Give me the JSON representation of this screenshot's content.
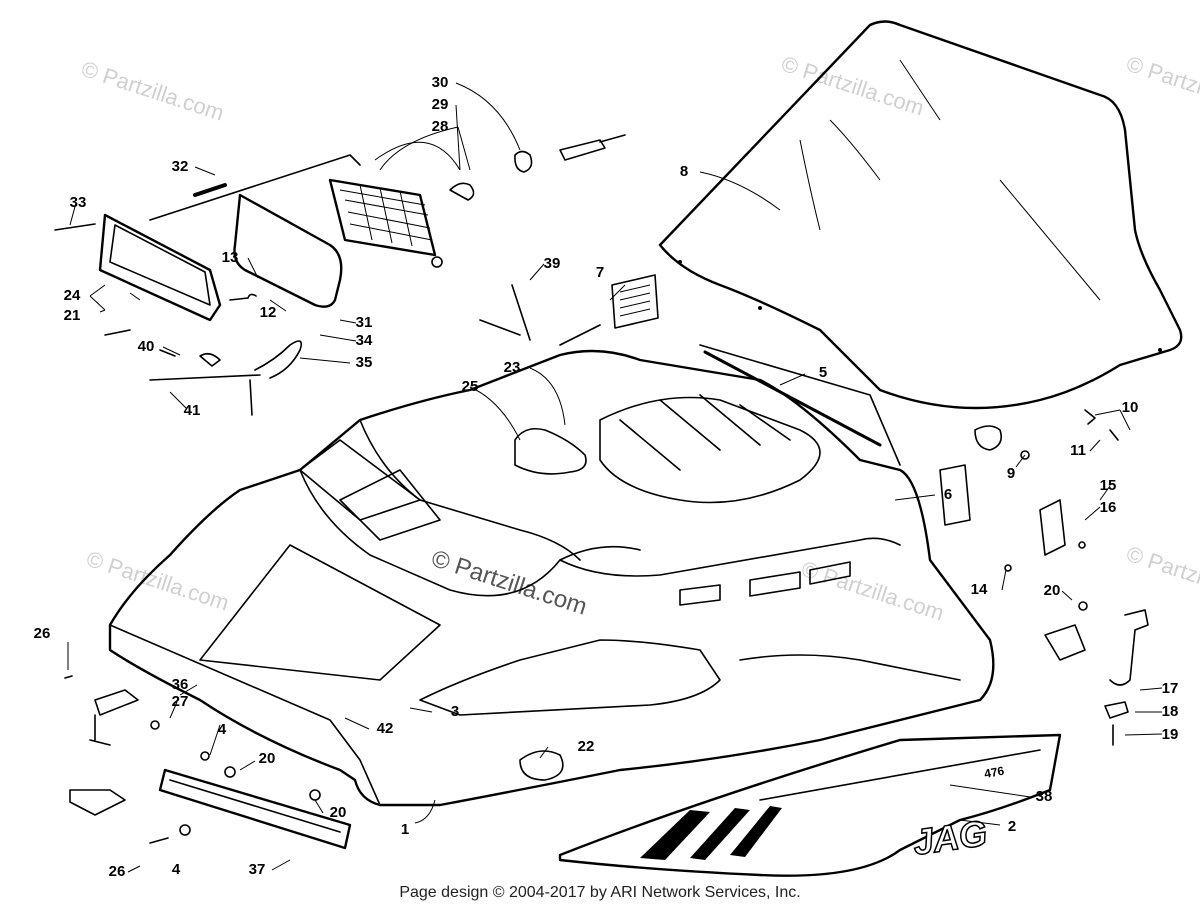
{
  "watermark": "© Partzilla.com",
  "footer": "Page design © 2004-2017 by ARI Network Services, Inc.",
  "decal_text": "JAG",
  "callouts": {
    "c1": "1",
    "c2": "2",
    "c3": "3",
    "c4a": "4",
    "c4b": "4",
    "c5": "5",
    "c6": "6",
    "c7": "7",
    "c8": "8",
    "c9": "9",
    "c10": "10",
    "c11": "11",
    "c12": "12",
    "c13": "13",
    "c14": "14",
    "c15": "15",
    "c16": "16",
    "c17": "17",
    "c18": "18",
    "c19": "19",
    "c20a": "20",
    "c20b": "20",
    "c20c": "20",
    "c21": "21",
    "c22": "22",
    "c23": "23",
    "c24": "24",
    "c25": "25",
    "c26a": "26",
    "c26b": "26",
    "c27": "27",
    "c28": "28",
    "c29": "29",
    "c30": "30",
    "c31": "31",
    "c32": "32",
    "c33": "33",
    "c34": "34",
    "c35": "35",
    "c36": "36",
    "c37": "37",
    "c38": "38",
    "c39": "39",
    "c40": "40",
    "c41": "41",
    "c42": "42"
  }
}
